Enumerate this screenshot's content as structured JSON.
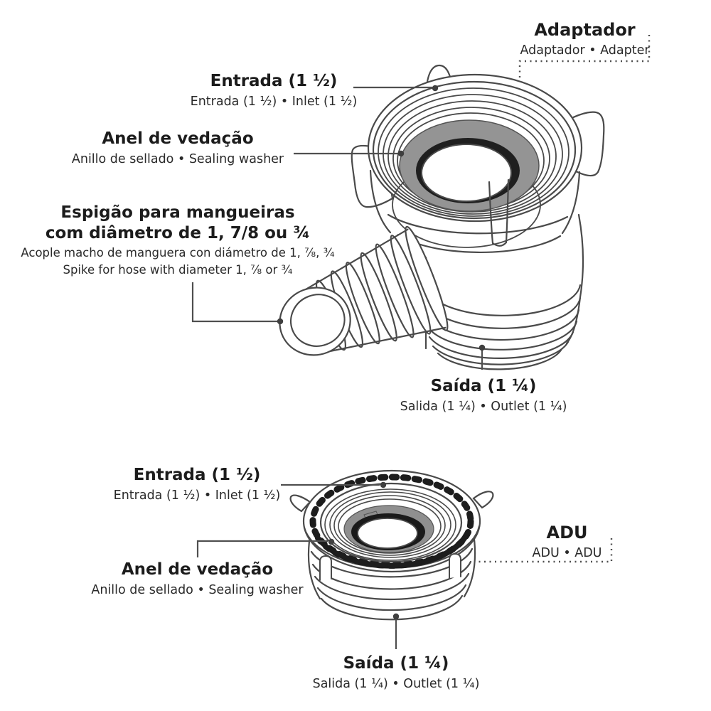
{
  "figures": {
    "adapter": {
      "callout": {
        "title": "Adaptador",
        "subtitle": "Adaptador • Adapter"
      },
      "inlet": {
        "title": "Entrada (1 ½)",
        "subtitle": "Entrada (1 ½) • Inlet (1 ½)"
      },
      "washer": {
        "title": "Anel de vedação",
        "subtitle": "Anillo de sellado •  Sealing washer"
      },
      "spike": {
        "title1": "Espigão para mangueiras",
        "title2": "com diâmetro de 1, 7/8 ou ¾",
        "subtitle1": "Acople macho de manguera con diámetro de 1, ⅞, ¾",
        "subtitle2": "Spike for hose with diameter 1, ⅞ or ¾"
      },
      "outlet": {
        "title": "Saída (1 ¼)",
        "subtitle": "Salida (1 ¼) • Outlet (1 ¼)"
      }
    },
    "adu": {
      "callout": {
        "title": "ADU",
        "subtitle": "ADU • ADU"
      },
      "inlet": {
        "title": "Entrada (1 ½)",
        "subtitle": "Entrada (1 ½) • Inlet (1 ½)"
      },
      "washer": {
        "title": "Anel de vedação",
        "subtitle": "Anillo de sellado •  Sealing washer"
      },
      "outlet": {
        "title": "Saída (1 ¼)",
        "subtitle": "Salida (1 ¼) • Outlet (1 ¼)"
      }
    }
  },
  "colors": {
    "line": "#4a4a4a",
    "text": "#1c1c1c",
    "subtext": "#2a2a2a",
    "washer_gray": "#949494",
    "washer_dark": "#1f1f1f",
    "knurl_dark": "#1d1d1d"
  }
}
